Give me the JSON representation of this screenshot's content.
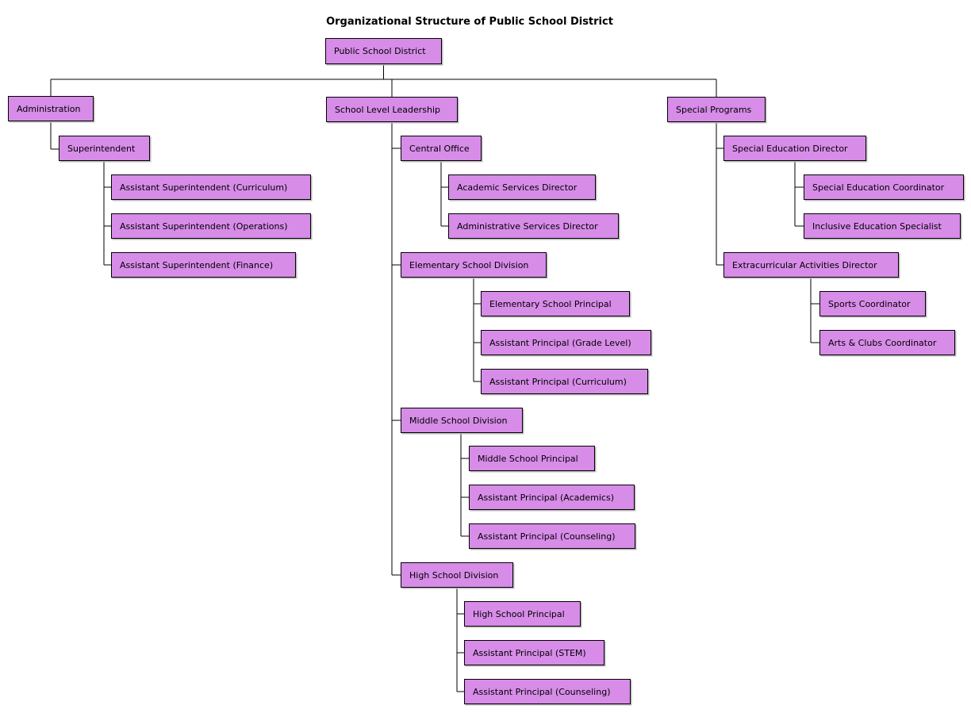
{
  "title": "Organizational Structure of Public School District",
  "colors": {
    "node_fill": "#D78CE8",
    "node_border": "#000000",
    "connector": "#000000",
    "background": "#ffffff"
  },
  "nodes": {
    "root": {
      "label": "Public School District"
    },
    "administration": {
      "label": "Administration"
    },
    "superintendent": {
      "label": "Superintendent"
    },
    "asst_sup_curriculum": {
      "label": "Assistant Superintendent (Curriculum)"
    },
    "asst_sup_operations": {
      "label": "Assistant Superintendent (Operations)"
    },
    "asst_sup_finance": {
      "label": "Assistant Superintendent (Finance)"
    },
    "school_level": {
      "label": "School Level Leadership"
    },
    "central_office": {
      "label": "Central Office"
    },
    "academic_services": {
      "label": "Academic Services Director"
    },
    "administrative_services": {
      "label": "Administrative Services Director"
    },
    "elementary_division": {
      "label": "Elementary School Division"
    },
    "elementary_principal": {
      "label": "Elementary School Principal"
    },
    "ap_grade_level": {
      "label": "Assistant Principal (Grade Level)"
    },
    "ap_curriculum": {
      "label": "Assistant Principal (Curriculum)"
    },
    "middle_division": {
      "label": "Middle School Division"
    },
    "middle_principal": {
      "label": "Middle School Principal"
    },
    "ap_academics": {
      "label": "Assistant Principal (Academics)"
    },
    "ap_counseling_ms": {
      "label": "Assistant Principal (Counseling)"
    },
    "high_division": {
      "label": "High School Division"
    },
    "high_principal": {
      "label": "High School Principal"
    },
    "ap_stem": {
      "label": "Assistant Principal (STEM)"
    },
    "ap_counseling_hs": {
      "label": "Assistant Principal (Counseling)"
    },
    "special_programs": {
      "label": "Special Programs"
    },
    "sped_director": {
      "label": "Special Education Director"
    },
    "sped_coordinator": {
      "label": "Special Education Coordinator"
    },
    "inclusive_specialist": {
      "label": "Inclusive Education Specialist"
    },
    "extracurricular_director": {
      "label": "Extracurricular Activities Director"
    },
    "sports_coordinator": {
      "label": "Sports Coordinator"
    },
    "arts_clubs_coordinator": {
      "label": "Arts & Clubs Coordinator"
    }
  },
  "hierarchy": {
    "Public School District": {
      "Administration": {
        "Superintendent": [
          "Assistant Superintendent (Curriculum)",
          "Assistant Superintendent (Operations)",
          "Assistant Superintendent (Finance)"
        ]
      },
      "School Level Leadership": {
        "Central Office": [
          "Academic Services Director",
          "Administrative Services Director"
        ],
        "Elementary School Division": [
          "Elementary School Principal",
          "Assistant Principal (Grade Level)",
          "Assistant Principal (Curriculum)"
        ],
        "Middle School Division": [
          "Middle School Principal",
          "Assistant Principal (Academics)",
          "Assistant Principal (Counseling)"
        ],
        "High School Division": [
          "High School Principal",
          "Assistant Principal (STEM)",
          "Assistant Principal (Counseling)"
        ]
      },
      "Special Programs": {
        "Special Education Director": [
          "Special Education Coordinator",
          "Inclusive Education Specialist"
        ],
        "Extracurricular Activities Director": [
          "Sports Coordinator",
          "Arts & Clubs Coordinator"
        ]
      }
    }
  }
}
